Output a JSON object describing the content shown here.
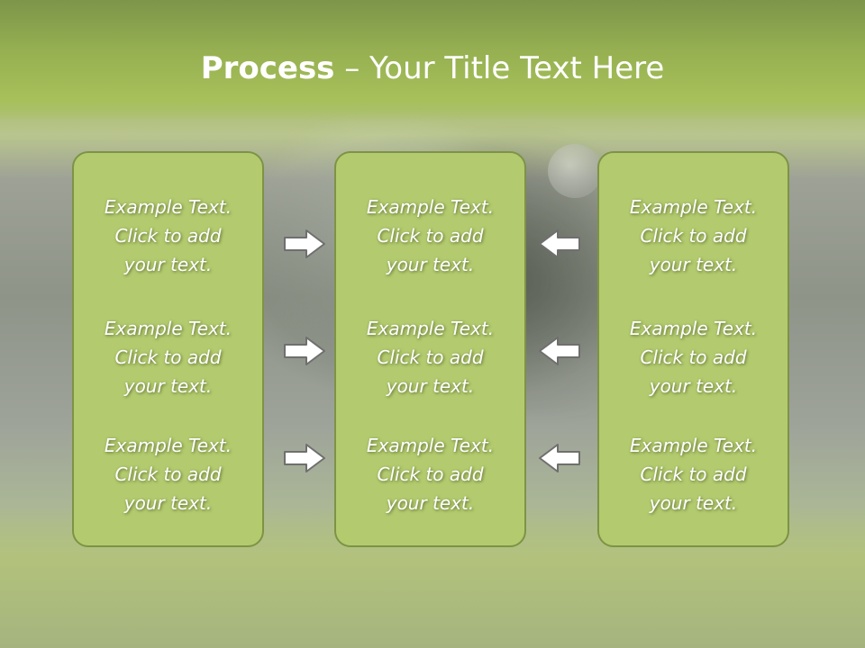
{
  "slide": {
    "title_bold": "Process",
    "title_rest": " – Your Title Text Here",
    "columns": [
      {
        "items": [
          {
            "line1": "Example Text.",
            "line2": "Click  to add",
            "line3": "your text."
          },
          {
            "line1": "Example Text.",
            "line2": "Click  to add",
            "line3": "your text."
          },
          {
            "line1": "Example Text.",
            "line2": "Click  to add",
            "line3": "your text."
          }
        ]
      },
      {
        "items": [
          {
            "line1": "Example Text.",
            "line2": "Click  to add",
            "line3": "your text."
          },
          {
            "line1": "Example Text.",
            "line2": "Click  to add",
            "line3": "your text."
          },
          {
            "line1": "Example Text.",
            "line2": "Click  to add",
            "line3": "your text."
          }
        ]
      },
      {
        "items": [
          {
            "line1": "Example Text.",
            "line2": "Click  to add",
            "line3": "your text."
          },
          {
            "line1": "Example Text.",
            "line2": "Click  to add",
            "line3": "your text."
          },
          {
            "line1": "Example Text.",
            "line2": "Click  to add",
            "line3": "your text."
          }
        ]
      }
    ],
    "arrow_icons": {
      "left_group": "arrow-right-icon",
      "right_group": "arrow-left-icon"
    },
    "colors": {
      "box_fill": "#b3cb6e",
      "box_border": "#7e9345",
      "header": "#a7c05a",
      "arrow_stroke": "#6f6f6f"
    }
  }
}
